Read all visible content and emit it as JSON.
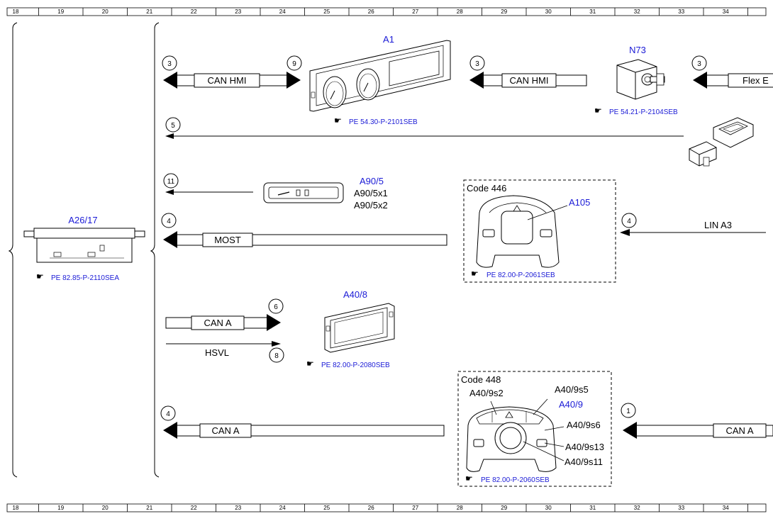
{
  "ruler": {
    "numbers": [
      "18",
      "19",
      "20",
      "21",
      "22",
      "23",
      "24",
      "25",
      "26",
      "27",
      "28",
      "29",
      "30",
      "31",
      "32",
      "33",
      "34"
    ]
  },
  "components": {
    "a26_17": {
      "label": "A26/17",
      "ref": "PE 82.85-P-2110SEA"
    },
    "a1": {
      "label": "A1",
      "ref": "PE 54.30-P-2101SEB"
    },
    "n73": {
      "label": "N73",
      "ref": "PE 54.21-P-2104SEB"
    },
    "a90_5": {
      "label": "A90/5",
      "sub1": "A90/5x1",
      "sub2": "A90/5x2"
    },
    "a105": {
      "label": "A105",
      "code": "Code 446",
      "ref": "PE 82.00-P-2061SEB"
    },
    "a40_8": {
      "label": "A40/8",
      "ref": "PE 82.00-P-2080SEB"
    },
    "a40_9": {
      "label": "A40/9",
      "code": "Code 448",
      "ref": "PE 82.00-P-2060SEB",
      "s2": "A40/9s2",
      "s5": "A40/9s5",
      "s6": "A40/9s6",
      "s13": "A40/9s13",
      "s11": "A40/9s11"
    }
  },
  "buses": {
    "can_hmi_left": "CAN HMI",
    "can_hmi_right": "CAN HMI",
    "flex": "Flex E",
    "most": "MOST",
    "lin": "LIN A3",
    "can_a_upper": "CAN A",
    "hsvl": "HSVL",
    "can_a_lower_left": "CAN A",
    "can_a_lower_right": "CAN A"
  },
  "markers": {
    "m3a": "3",
    "m9": "9",
    "m3b": "3",
    "m3c": "3",
    "m5": "5",
    "m11": "11",
    "m4a": "4",
    "m4b": "4",
    "m6": "6",
    "m8": "8",
    "m4c": "4",
    "m1": "1"
  },
  "colors": {
    "reference_blue": "#1a1ad6",
    "line": "#000000"
  }
}
